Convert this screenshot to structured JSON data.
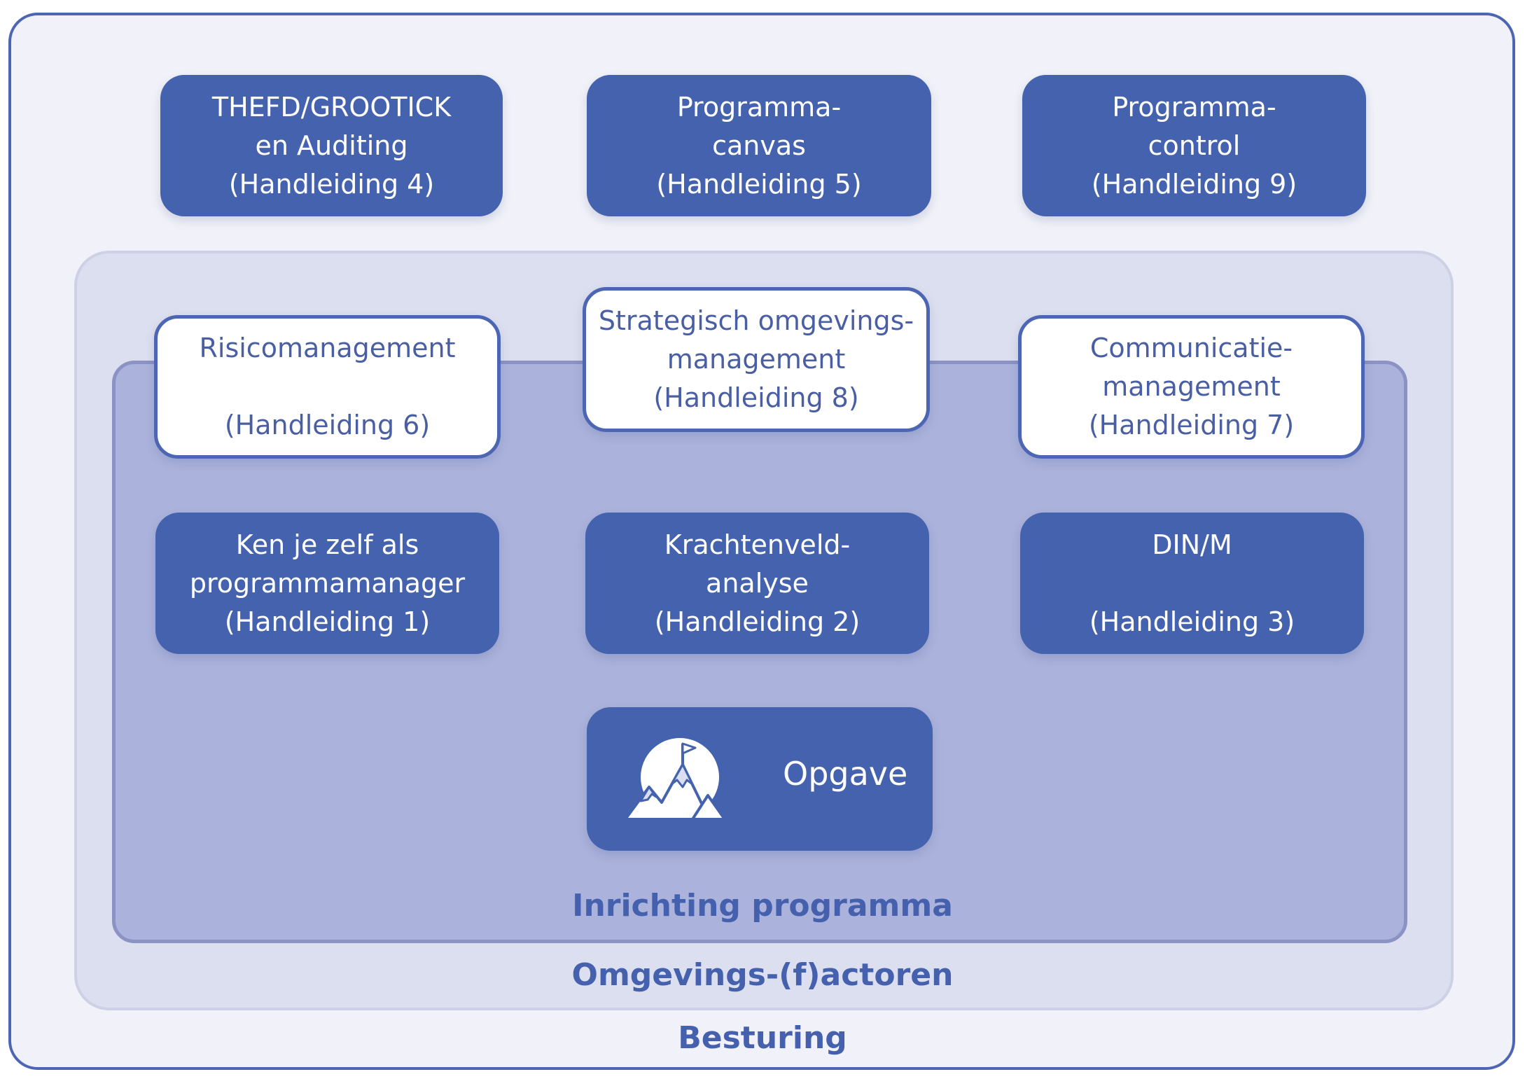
{
  "top_row": [
    {
      "line1": "THEFD/GROOTICK",
      "line2": "en Auditing",
      "line3": "(Handleiding 4)"
    },
    {
      "line1": "Programma-",
      "line2": "canvas",
      "line3": "(Handleiding 5)"
    },
    {
      "line1": "Programma-",
      "line2": "control",
      "line3": "(Handleiding 9)"
    }
  ],
  "middle_row": [
    {
      "line1": "Risicomanagement",
      "line2": "",
      "line3": "(Handleiding 6)"
    },
    {
      "line1": "Strategisch omgevings-",
      "line2": "management",
      "line3": "(Handleiding 8)"
    },
    {
      "line1": "Communicatie-",
      "line2": "management",
      "line3": "(Handleiding 7)"
    }
  ],
  "lower_row": [
    {
      "line1": "Ken je zelf als",
      "line2": "programmamanager",
      "line3": "(Handleiding 1)"
    },
    {
      "line1": "Krachtenveld-",
      "line2": "analyse",
      "line3": "(Handleiding 2)"
    },
    {
      "line1": "DIN/M",
      "line2": "",
      "line3": "(Handleiding 3)"
    }
  ],
  "opgave": {
    "label": "Opgave",
    "icon": "mountain-flag-icon"
  },
  "layers": {
    "inner": "Inrichting programma",
    "middle": "Omgevings-(f)actoren",
    "outer": "Besturing"
  },
  "colors": {
    "primary": "#4462ae",
    "outer_border": "#4d66b3",
    "outer_fill": "#f1f2f9",
    "middle_fill": "#dcdfef",
    "inner_fill": "#abb3dc"
  }
}
